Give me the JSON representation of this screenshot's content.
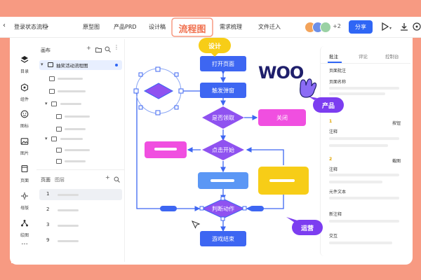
{
  "topbar": {
    "back_icon": "back-arrow-icon",
    "title": "登录状态流程",
    "tabs": [
      "原型图",
      "产品PRD",
      "设计稿",
      "需求梳理",
      "文件迁入"
    ],
    "flow_tab_label": "流程图",
    "avatar_extra": "+2",
    "share_label": "分享",
    "icons": [
      "play-icon",
      "download-icon",
      "more-icon"
    ]
  },
  "rail": {
    "items": [
      {
        "label": "目录",
        "icon": "layers-icon"
      },
      {
        "label": "组件",
        "icon": "component-icon"
      },
      {
        "label": "图标",
        "icon": "emoji-icon"
      },
      {
        "label": "图片",
        "icon": "image-icon"
      },
      {
        "label": "页面",
        "icon": "page-icon"
      },
      {
        "label": "母版",
        "icon": "master-icon"
      },
      {
        "label": "绘图",
        "icon": "draw-icon"
      }
    ],
    "more": "···"
  },
  "layers": {
    "title": "画布",
    "selected_item": "抽奖活动流程图"
  },
  "pages": {
    "tab_pages": "页面",
    "tab_layers": "图层",
    "items": [
      "1",
      "2",
      "3",
      "9"
    ]
  },
  "rpanel": {
    "tabs": [
      "批注",
      "评论",
      "控制台"
    ],
    "section_title": "页面批注",
    "page_name_label": "页面名称",
    "notes": [
      {
        "num": "1",
        "label": "注释",
        "tag": "按钮"
      },
      {
        "num": "2",
        "label": "注释",
        "tag": "截图"
      }
    ],
    "element_text": "元件文本",
    "new_note": "新注释",
    "interaction": "交互"
  },
  "flow": {
    "nodes": {
      "open_page": "打开页面",
      "trigger_popup": "触发弹窗",
      "is_claim": "是否领取",
      "close": "关闭",
      "click_start": "点击开始",
      "judge_action": "判断动作",
      "game_end": "游戏结束"
    },
    "tags": {
      "design": "设计",
      "product": "产品",
      "operation": "运营"
    },
    "sticker": "WOO"
  },
  "colors": {
    "background": "#f79a82",
    "primary_node": "#3d66f2",
    "decision": "#8f52f0",
    "pink": "#f04fe0",
    "yellow": "#f7cd17",
    "light_blue": "#5b97f5",
    "share": "#2f66f5"
  }
}
